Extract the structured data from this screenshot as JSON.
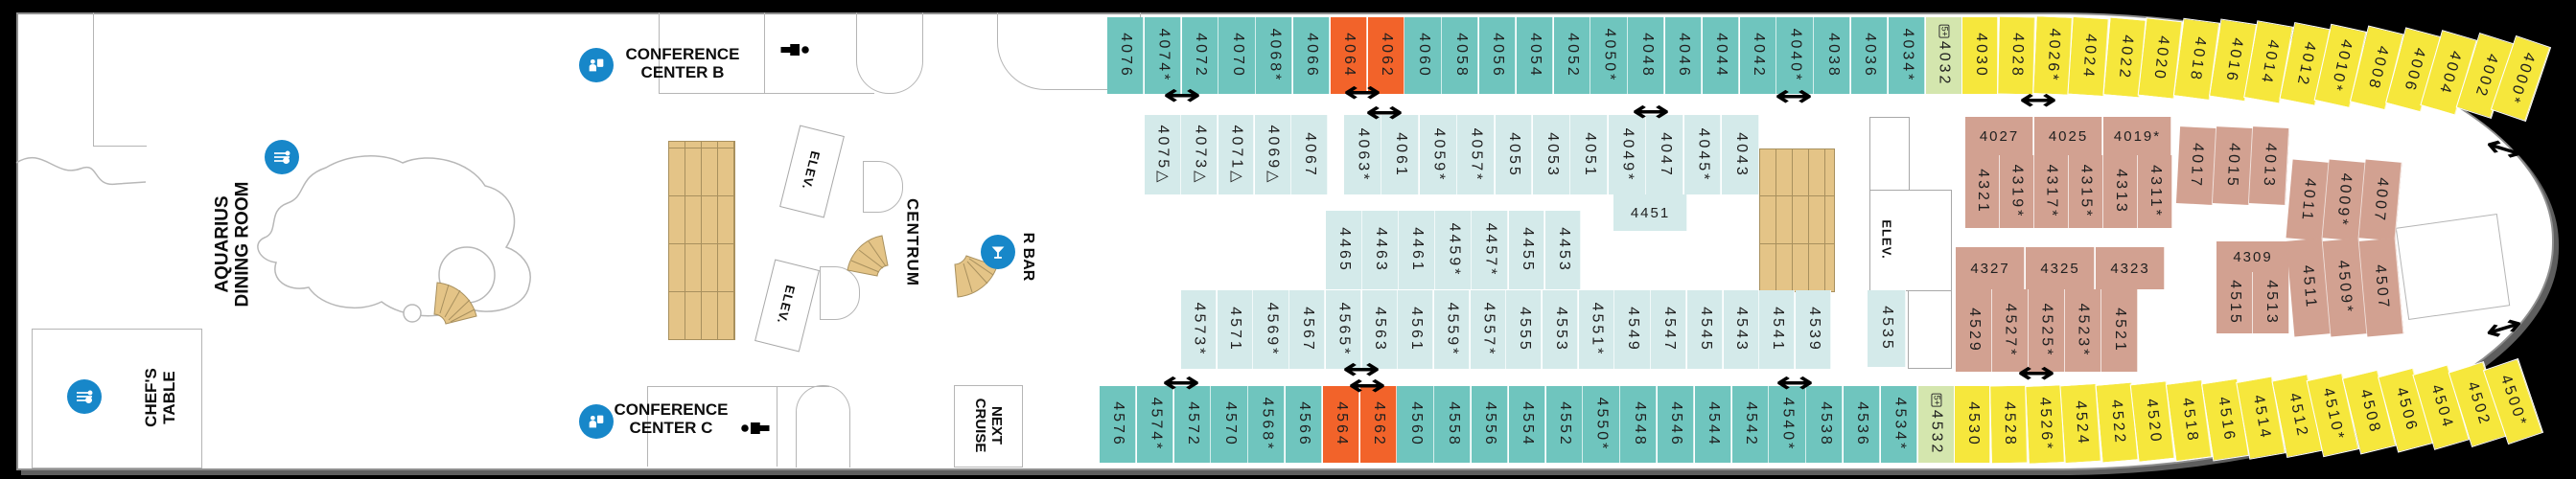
{
  "deck": {
    "name": "deck-4-plan"
  },
  "colors": {
    "oceanview_teal": "#6FC5BE",
    "highlight_orange": "#F2632A",
    "family_green": "#D4E6AE",
    "balcony_yellow": "#F6E73C",
    "interior_blue": "#D4EAEA",
    "suite_brown": "#D2A191",
    "stairs_tan": "#E4C487",
    "icon_blue": "#1787C9"
  },
  "icons": {
    "connecting_arrow": "↔",
    "dining_icon": "utensils",
    "conference_icon": "presenter",
    "bar_icon": "martini",
    "restroom_icon": "person",
    "badge_5plus": "5+"
  },
  "venues": {
    "dining_room": {
      "line1": "AQUARIUS",
      "line2": "DINING ROOM"
    },
    "chefs_table": {
      "line1": "CHEF'S",
      "line2": "TABLE"
    },
    "conference_b": {
      "line1": "CONFERENCE",
      "line2": "CENTER B"
    },
    "conference_c": {
      "line1": "CONFERENCE",
      "line2": "CENTER C"
    },
    "centrum": "CENTRUM",
    "r_bar": "R BAR",
    "next_cruise": {
      "line1": "NEXT",
      "line2": "CRUISE"
    },
    "elevator": "ELEV."
  },
  "cabin_rows": {
    "top": {
      "cabins": [
        "4076",
        "4074*",
        "4072",
        "4070",
        "4068*",
        "4066",
        "4064",
        "4062",
        "4060",
        "4058",
        "4056",
        "4054",
        "4052",
        "4050*",
        "4048",
        "4046",
        "4044",
        "4042",
        "4040*",
        "4038",
        "4036",
        "4034*",
        "4032",
        "4030",
        "4028",
        "4026*",
        "4024",
        "4022",
        "4020",
        "4018",
        "4016",
        "4014",
        "4012",
        "4010*",
        "4008",
        "4006",
        "4004",
        "4002",
        "4000*"
      ],
      "orange": [
        "4064",
        "4062"
      ],
      "green_5plus": [
        "4032"
      ],
      "yellow_from": "4030"
    },
    "upper_hall_aft": [
      "4075△",
      "4073△",
      "4071△",
      "4069△",
      "4067"
    ],
    "upper_hall_fwd": [
      "4063*",
      "4061",
      "4059*",
      "4057*",
      "4055",
      "4053",
      "4051",
      "4049*",
      "4047",
      "4045*",
      "4043"
    ],
    "mid_upper": [
      "4465",
      "4463",
      "4461",
      "4459*",
      "4457*",
      "4455",
      "4453"
    ],
    "single_4451": "4451",
    "mid_lower": [
      "4573*",
      "4571",
      "4569*",
      "4567",
      "4565*",
      "4563",
      "4561",
      "4559*",
      "4557*",
      "4555",
      "4553",
      "4551*",
      "4549",
      "4547",
      "4545",
      "4543",
      "4541",
      "4539"
    ],
    "single_4535": "4535",
    "bottom": {
      "cabins": [
        "4576",
        "4574*",
        "4572",
        "4570",
        "4568*",
        "4566",
        "4564",
        "4562",
        "4560",
        "4558",
        "4556",
        "4554",
        "4552",
        "4550*",
        "4548",
        "4546",
        "4544",
        "4542",
        "4540*",
        "4538",
        "4536",
        "4534*",
        "4532",
        "4530",
        "4528",
        "4526*",
        "4524",
        "4522",
        "4520",
        "4518",
        "4516",
        "4514",
        "4512",
        "4510*",
        "4508",
        "4506",
        "4504",
        "4502",
        "4500*"
      ],
      "orange": [
        "4564",
        "4562"
      ],
      "green_5plus": [
        "4532"
      ],
      "yellow_from": "4530"
    }
  },
  "brown_blocks": {
    "aft_top_wide": [
      "4027",
      "4025",
      "4019*"
    ],
    "aft_top_vertical": [
      "4321",
      "4319*",
      "4317*",
      "4315*",
      "4313",
      "4311*"
    ],
    "fwd_top_vertical_1": [
      "4017",
      "4015",
      "4013"
    ],
    "fwd_top_vertical_2": [
      "4011",
      "4009*",
      "4007"
    ],
    "mid_wide": "4309",
    "mid_vertical": [
      "4515",
      "4513"
    ],
    "fwd_bottom_vertical": [
      "4511",
      "4509*",
      "4507"
    ],
    "aft_bottom_wide": [
      "4327",
      "4325",
      "4323"
    ],
    "aft_bottom_vertical": [
      "4529",
      "4527*",
      "4525*",
      "4523*",
      "4521"
    ]
  }
}
